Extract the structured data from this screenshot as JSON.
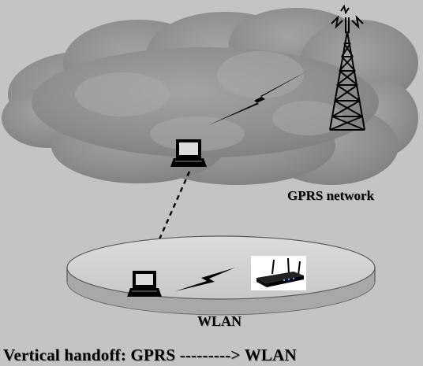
{
  "labels": {
    "gprs_network": "GPRS network",
    "wlan": "WLAN",
    "caption": "Vertical handoff: GPRS --------->  WLAN"
  },
  "icons": {
    "cell_tower": "cell-tower-icon",
    "laptop": "laptop-icon",
    "wireless_router": "wireless-router-icon",
    "lightning_link": "lightning-bolt-icon"
  },
  "colors": {
    "background": "#c4c4c4",
    "cloud": "#8f8f8f",
    "cloud_highlight": "#a6a6a6",
    "disc_top": "#d2d2d2",
    "disc_edge": "#a9a9a9",
    "ink": "#000000"
  }
}
